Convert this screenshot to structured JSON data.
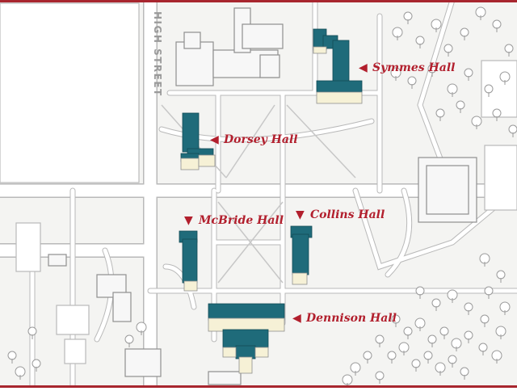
{
  "map": {
    "colors": {
      "background": "#f4f4f2",
      "road": "#ffffff",
      "road_edge": "#b9b9b9",
      "building_outline": "#8f8f8f",
      "highlight_roof": "#1f6b7a",
      "highlight_roof_dark": "#124a55",
      "highlight_wall": "#f6f1d6",
      "label": "#b21f2d",
      "street_label": "#9a9a9a",
      "frame": "#a8262f",
      "tree": "#9a9a9a"
    },
    "street_label": "HIGH STREET",
    "labels": [
      {
        "id": "symmes",
        "text": "Symmes Hall",
        "marker": "◀"
      },
      {
        "id": "dorsey",
        "text": "Dorsey Hall",
        "marker": "◀"
      },
      {
        "id": "mcbride",
        "text": "McBride Hall",
        "marker": "▼"
      },
      {
        "id": "collins",
        "text": "Collins Hall",
        "marker": "▼"
      },
      {
        "id": "dennison",
        "text": "Dennison Hall",
        "marker": "◀"
      }
    ],
    "highlighted_buildings": [
      "Symmes Hall",
      "Dorsey Hall",
      "McBride Hall",
      "Collins Hall",
      "Dennison Hall"
    ]
  }
}
